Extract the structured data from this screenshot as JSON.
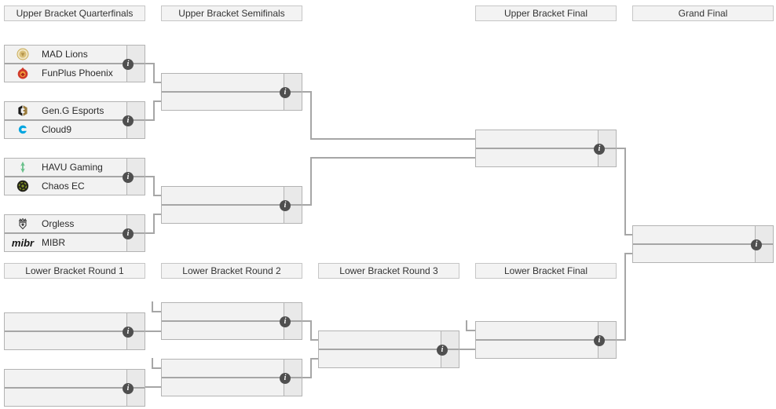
{
  "page": {
    "background": "#ffffff"
  },
  "bracket": {
    "upper_headers": [
      "Upper Bracket Quarterfinals",
      "Upper Bracket Semifinals",
      "Upper Bracket Final",
      "Grand Final"
    ],
    "lower_headers": [
      "Lower Bracket Round 1",
      "Lower Bracket Round 2",
      "Lower Bracket Round 3",
      "Lower Bracket Final"
    ],
    "matches": {
      "ubqf1": {
        "team1": {
          "name": "MAD Lions",
          "icon": "mad-lions-logo-icon"
        },
        "team2": {
          "name": "FunPlus Phoenix",
          "icon": "funplus-phoenix-logo-icon"
        }
      },
      "ubqf2": {
        "team1": {
          "name": "Gen.G Esports",
          "icon": "geng-logo-icon"
        },
        "team2": {
          "name": "Cloud9",
          "icon": "cloud9-logo-icon"
        }
      },
      "ubqf3": {
        "team1": {
          "name": "HAVU Gaming",
          "icon": "havu-logo-icon"
        },
        "team2": {
          "name": "Chaos EC",
          "icon": "chaos-logo-icon"
        }
      },
      "ubqf4": {
        "team1": {
          "name": "Orgless",
          "icon": "orgless-logo-icon"
        },
        "team2": {
          "name": "MIBR",
          "icon": "mibr-wordmark-icon",
          "wordmark": "mibr"
        }
      },
      "ubsf1": {
        "team1": {
          "name": ""
        },
        "team2": {
          "name": ""
        }
      },
      "ubsf2": {
        "team1": {
          "name": ""
        },
        "team2": {
          "name": ""
        }
      },
      "ubf": {
        "team1": {
          "name": ""
        },
        "team2": {
          "name": ""
        }
      },
      "gf": {
        "team1": {
          "name": ""
        },
        "team2": {
          "name": ""
        }
      },
      "lbr1m1": {
        "team1": {
          "name": ""
        },
        "team2": {
          "name": ""
        }
      },
      "lbr1m2": {
        "team1": {
          "name": ""
        },
        "team2": {
          "name": ""
        }
      },
      "lbr2m1": {
        "team1": {
          "name": ""
        },
        "team2": {
          "name": ""
        }
      },
      "lbr2m2": {
        "team1": {
          "name": ""
        },
        "team2": {
          "name": ""
        }
      },
      "lbr3": {
        "team1": {
          "name": ""
        },
        "team2": {
          "name": ""
        }
      },
      "lbf": {
        "team1": {
          "name": ""
        },
        "team2": {
          "name": ""
        }
      }
    }
  },
  "ui": {
    "info_glyph": "i",
    "info_icon": "info-circle-icon"
  },
  "brand_colors": {
    "mad_lions_light": "#f1e7c6",
    "mad_lions_gold": "#d9bf78",
    "mad_lions_dark": "#b3924a",
    "funplus_red": "#d03a2b",
    "funplus_orange": "#f2a33c",
    "funplus_dark_red": "#b0271a",
    "geng_black": "#1b1b1b",
    "geng_gold": "#9a7b3c",
    "cloud9_blue": "#00a5e0",
    "havu_green": "#69c08a",
    "chaos_dark": "#21211a",
    "chaos_olive": "#7e8f23",
    "orgless_dark": "#3d3d3d",
    "mibr_black": "#141414",
    "connector_gray": "#a6a6a6",
    "info_icon_bg": "#4f4f4f",
    "box_bg": "#f2f2f2",
    "box_border": "#b3b3b3"
  }
}
